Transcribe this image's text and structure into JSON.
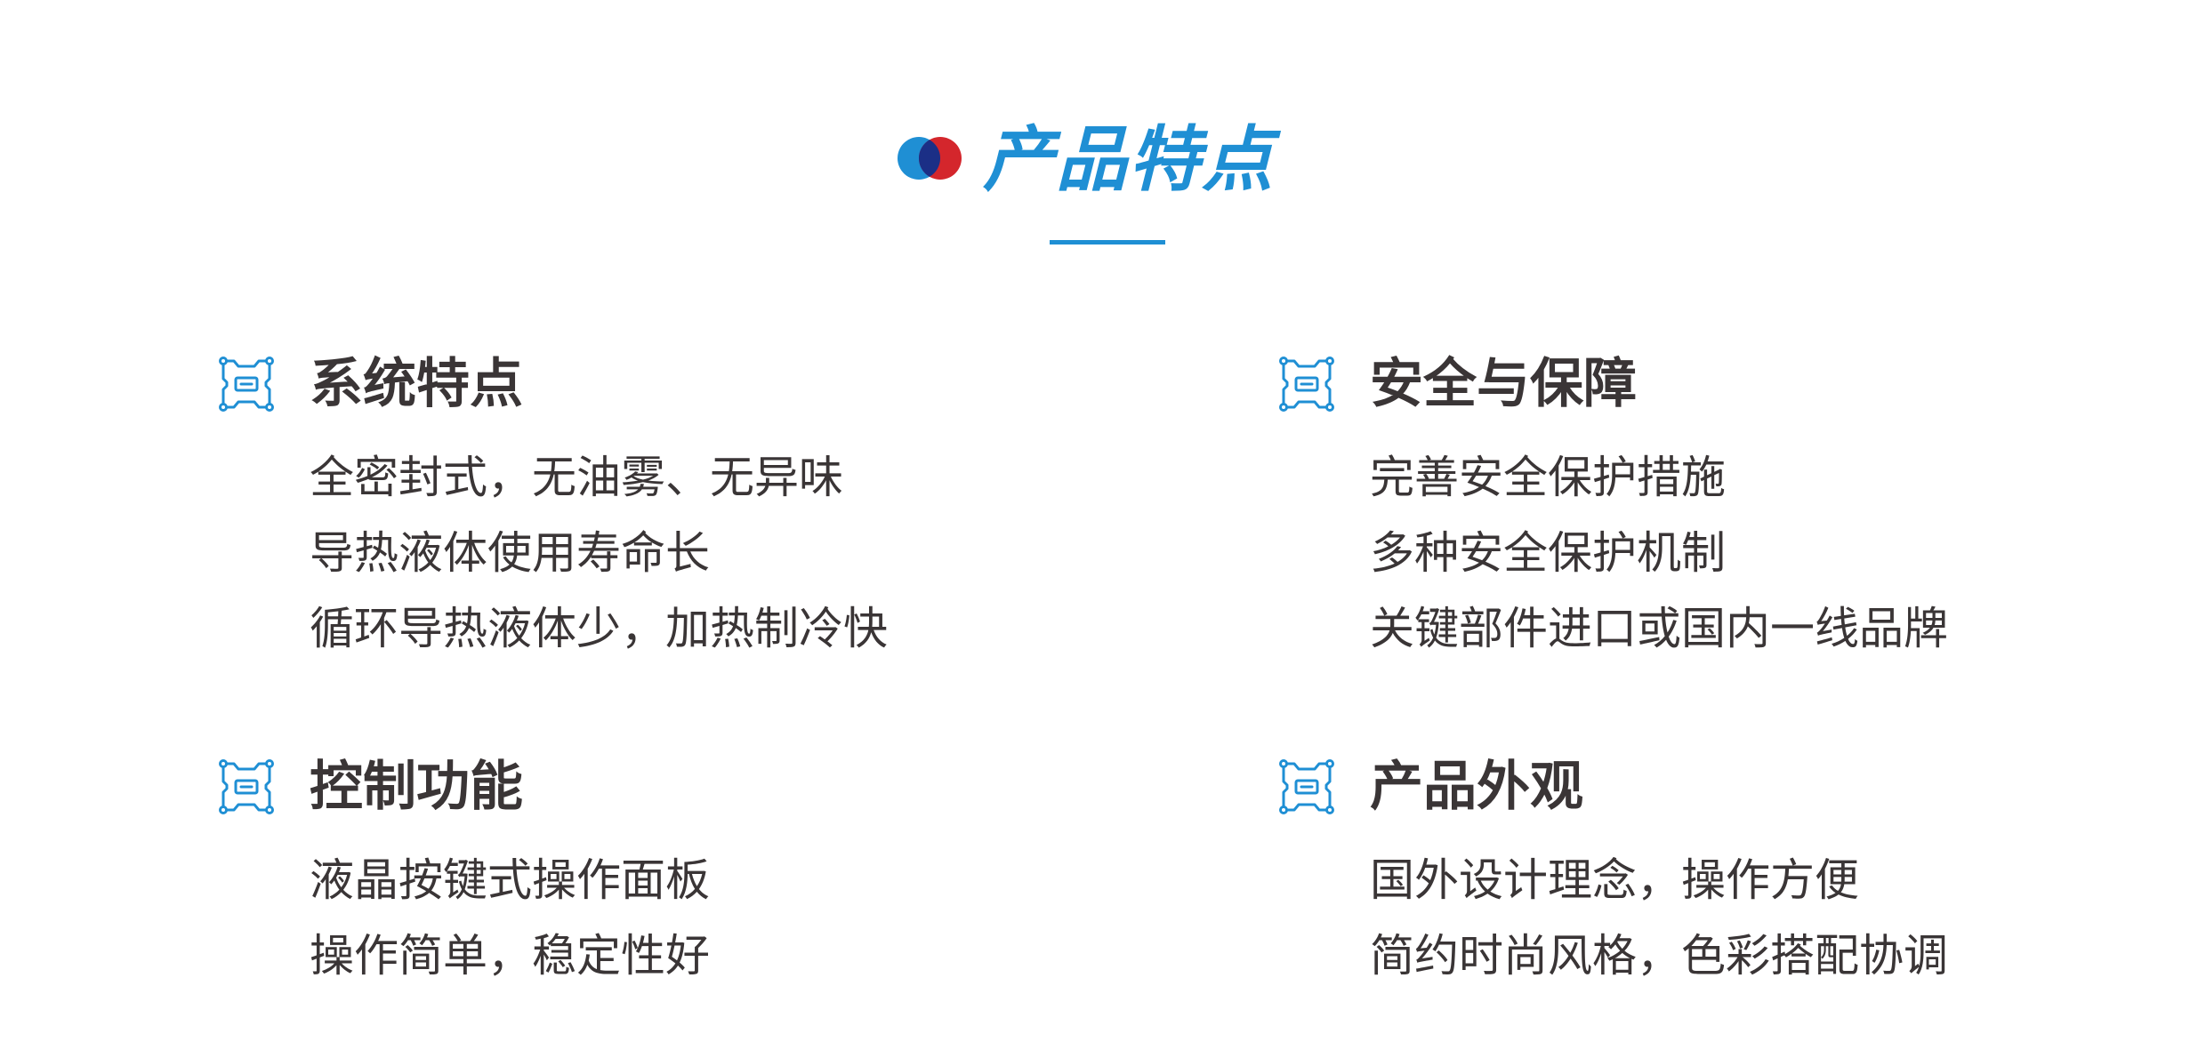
{
  "title": {
    "text": "产品特点",
    "color": "#1f8fd4"
  },
  "logo": {
    "icon": "overlapping-circles-icon",
    "left_color": "#1f8fd4",
    "right_color": "#d4262c",
    "overlap_color": "#1b2f86"
  },
  "features": [
    {
      "icon": "chip-icon",
      "heading": "系统特点",
      "lines": [
        "全密封式，无油雾、无异味",
        "导热液体使用寿命长",
        "循环导热液体少，加热制冷快"
      ]
    },
    {
      "icon": "chip-icon",
      "heading": "安全与保障",
      "lines": [
        "完善安全保护措施",
        "多种安全保护机制",
        "关键部件进口或国内一线品牌"
      ]
    },
    {
      "icon": "chip-icon",
      "heading": "控制功能",
      "lines": [
        "液晶按键式操作面板",
        "操作简单，稳定性好"
      ]
    },
    {
      "icon": "chip-icon",
      "heading": "产品外观",
      "lines": [
        "国外设计理念，操作方便",
        "简约时尚风格，色彩搭配协调"
      ]
    }
  ]
}
